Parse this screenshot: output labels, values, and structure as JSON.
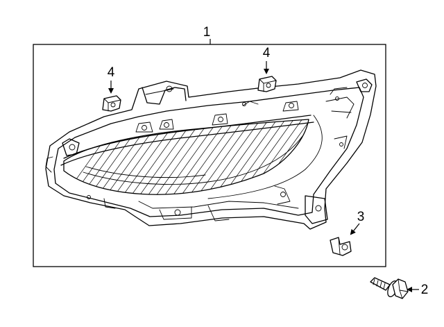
{
  "diagram": {
    "callouts": {
      "assembly": "1",
      "bolt": "2",
      "nut_clip": "3",
      "bracket_left": "4",
      "bracket_right": "4"
    }
  }
}
